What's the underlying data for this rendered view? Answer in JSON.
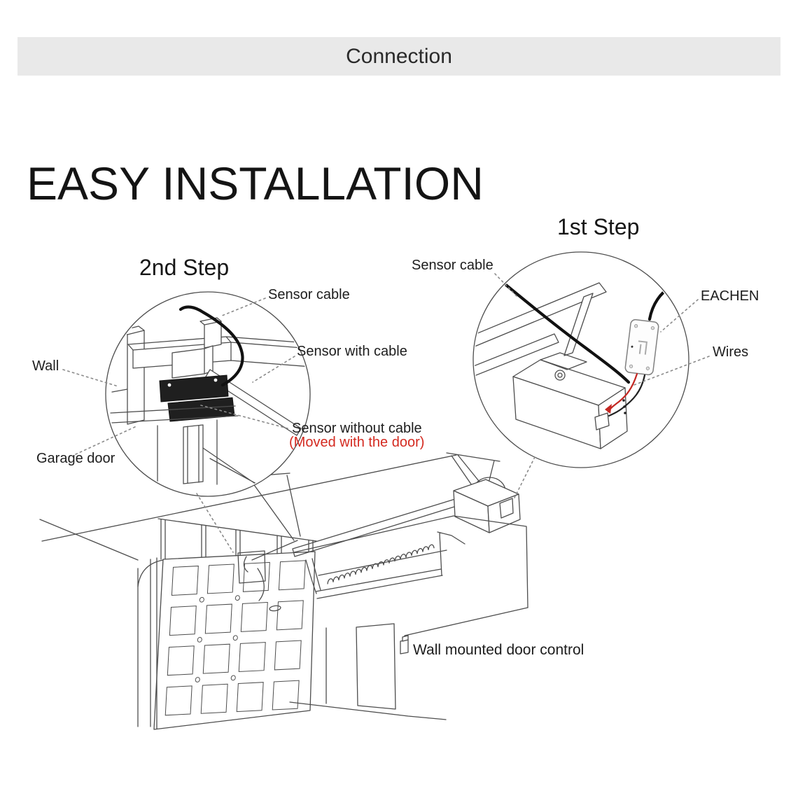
{
  "header": {
    "title": "Connection"
  },
  "hero": {
    "title": "EASY INSTALLATION"
  },
  "step1": {
    "title": "1st Step",
    "labels": {
      "sensor_cable": "Sensor cable",
      "eachen": "EACHEN",
      "wires": "Wires"
    }
  },
  "step2": {
    "title": "2nd Step",
    "labels": {
      "sensor_cable": "Sensor cable",
      "sensor_with_cable": "Sensor with cable",
      "sensor_without_cable": "Sensor without cable",
      "moved_with_door": "(Moved with the door)",
      "wall": "Wall",
      "garage_door": "Garage door"
    }
  },
  "scene": {
    "labels": {
      "wall_control": "Wall mounted door control"
    }
  },
  "colors": {
    "header_bg": "#e9e9e9",
    "text": "#1c1c1c",
    "line": "#4d4d4d",
    "accent_red": "#d42a20",
    "wire_red": "#c32722"
  }
}
